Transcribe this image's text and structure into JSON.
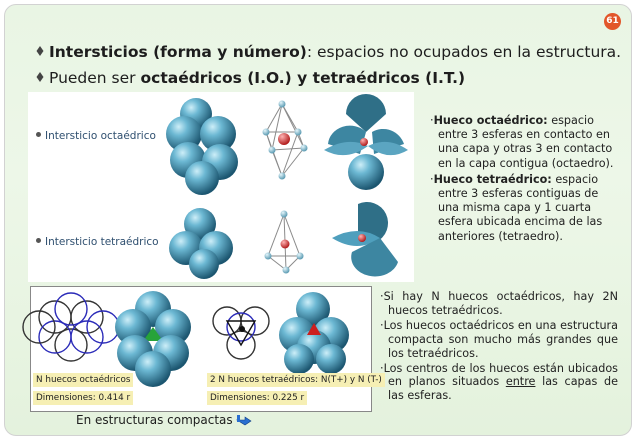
{
  "page_number": "61",
  "bullets": [
    {
      "bold": "Intersticios (forma y número)",
      "rest": ": espacios no ocupados en la estructura."
    },
    {
      "pre": "Pueden ser ",
      "bold": "octaédricos (I.O.) y tetraédricos (I.T.)"
    }
  ],
  "figure_rows": {
    "octa_label": "Intersticio octaédrico",
    "tetra_label": "Intersticio tetraédrico"
  },
  "descriptions": {
    "octa_title": "Hueco octaédrico:",
    "octa_text": " espacio entre 3 esferas en contacto en una capa y otras 3 en contacto en la capa contigua (octaedro).",
    "tetra_title": "Hueco tetraédrico:",
    "tetra_text": " espacio entre 3 esferas contiguas de una misma capa y 1 cuarta esfera ubicada encima de las anteriores (tetraedro)."
  },
  "lower_captions": {
    "octa_count": "N huecos octaédricos",
    "octa_dim": "Dimensiones: 0.414 r",
    "tetra_count": "2 N huecos tetraédricos: N(T+) y N (T-)",
    "tetra_dim": "Dimensiones: 0.225 r"
  },
  "notes": [
    "Si hay N huecos octaédricos, hay 2N huecos tetraédricos.",
    "Los huecos octaédricos en una estructura compacta son mucho más grandes que los tetraédricos."
  ],
  "note3": {
    "pre": "Los centros de los huecos están ubicados en planos situados ",
    "underlined": "entre",
    "post": " las capas de las esferas."
  },
  "footer": {
    "label": "En estructuras compactas",
    "icon": "return-arrow-icon"
  },
  "colors": {
    "sphere": "#4f9fbd",
    "sphere_dark": "#1e5a72",
    "hole_red": "#cc1f1f",
    "hole_green": "#27a33a",
    "caption_bg": "#f6efb4",
    "badge": "#e2562a"
  }
}
